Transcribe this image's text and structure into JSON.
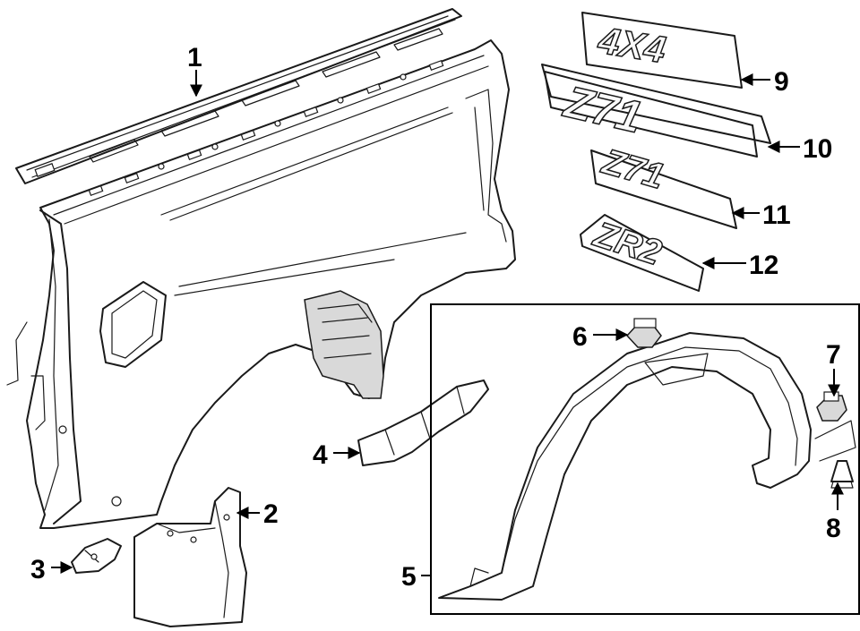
{
  "diagram": {
    "callouts": [
      {
        "id": "1",
        "label": "1"
      },
      {
        "id": "2",
        "label": "2"
      },
      {
        "id": "3",
        "label": "3"
      },
      {
        "id": "4",
        "label": "4"
      },
      {
        "id": "5",
        "label": "5"
      },
      {
        "id": "6",
        "label": "6"
      },
      {
        "id": "7",
        "label": "7"
      },
      {
        "id": "8",
        "label": "8"
      },
      {
        "id": "9",
        "label": "9"
      },
      {
        "id": "10",
        "label": "10"
      },
      {
        "id": "11",
        "label": "11"
      },
      {
        "id": "12",
        "label": "12"
      }
    ],
    "emblems": {
      "badge_9": "4X4",
      "badge_10": "Z71",
      "badge_11": "Z71",
      "badge_12": "ZR2"
    },
    "colors": {
      "line": "#1a1a1a",
      "background": "#ffffff",
      "shade": "#d9d9d9"
    }
  }
}
